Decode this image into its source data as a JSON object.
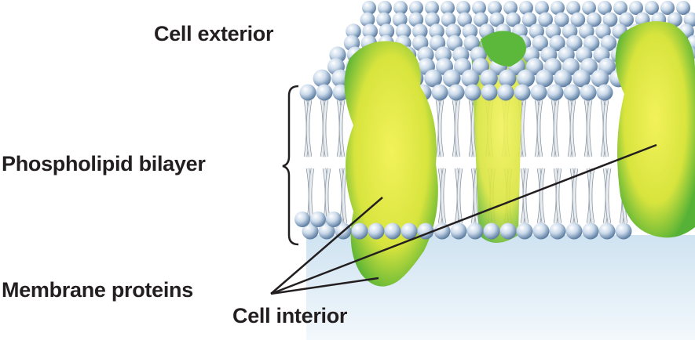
{
  "labels": {
    "cell_exterior": "Cell exterior",
    "phospholipid_bilayer": "Phospholipid bilayer",
    "membrane_proteins": "Membrane proteins",
    "cell_interior": "Cell interior"
  },
  "colors": {
    "head": "#c9d9ea",
    "head_shadow": "#5f7fa3",
    "tail": "#e8ecef",
    "protein_yellow": "#e9ec4a",
    "protein_green": "#5cb83a",
    "interior": "#dcecf6",
    "label": "#231f20"
  }
}
